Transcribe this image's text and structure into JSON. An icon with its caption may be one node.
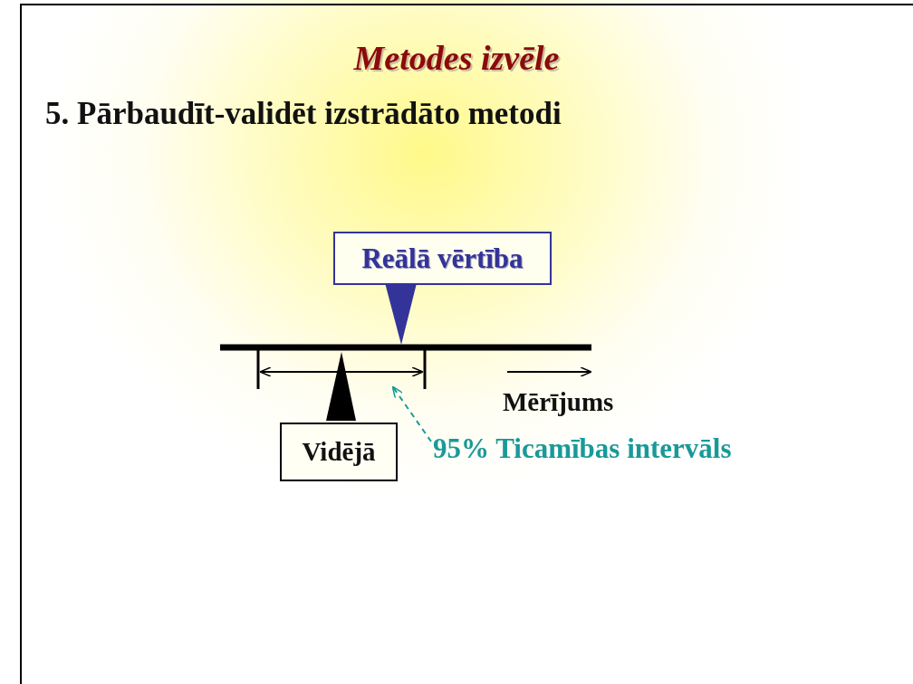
{
  "diagram": {
    "title": "Metodes izvēle",
    "nodes": [
      {
        "text": [
          "Reālā vērtība"
        ]
      },
      {
        "text": [
          "Vidējā"
        ]
      },
      {
        "text": [
          "95% Ticamības intervāls"
        ]
      },
      {
        "text": [],
        "shape": "bar"
      }
    ],
    "edges": [
      {
        "from": 2,
        "to": 3,
        "arrow": "to",
        "style": "dashed",
        "color": "#1a9999"
      }
    ],
    "labels": [
      "5. Pārbaudīt-validēt izstrādāto metodi",
      "Mērījums"
    ]
  }
}
